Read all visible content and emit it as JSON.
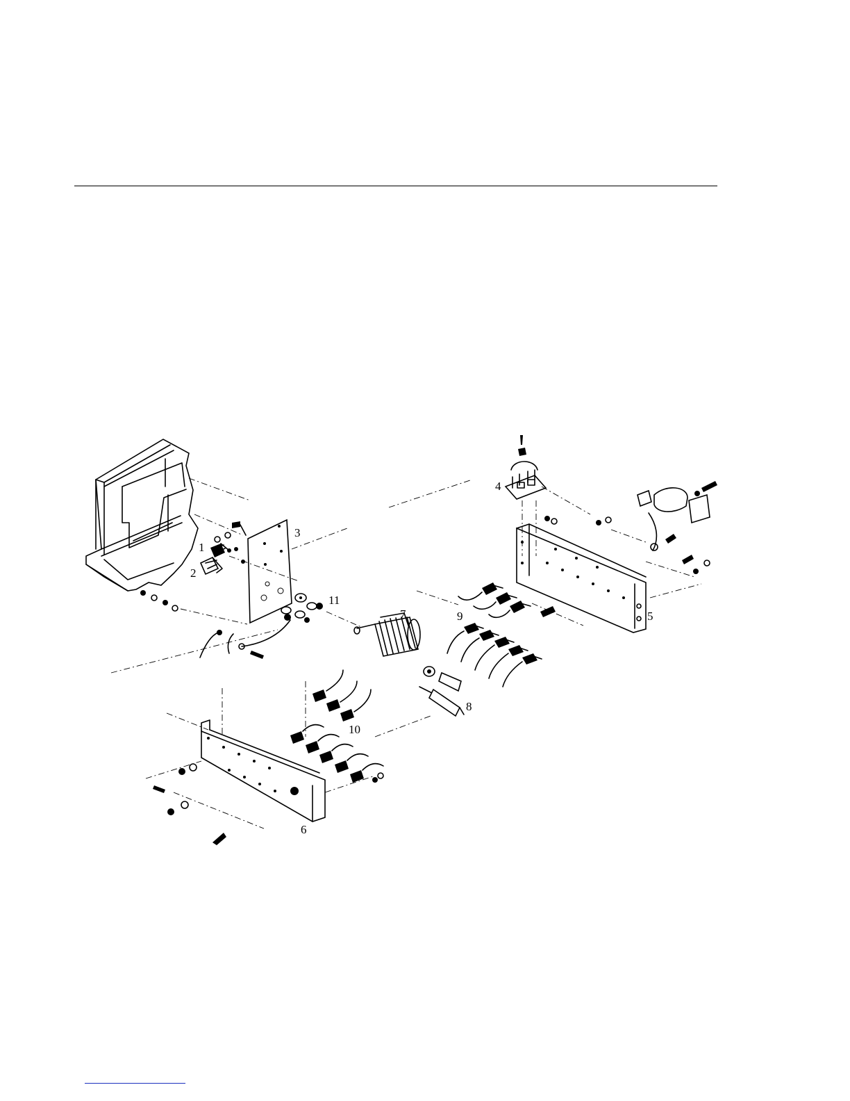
{
  "callouts": {
    "c1": "1",
    "c2": "2",
    "c3": "3",
    "c4": "4",
    "c5": "5",
    "c6": "6",
    "c7": "7",
    "c8": "8",
    "c9": "9",
    "c10": "10",
    "c11": "11"
  },
  "colors": {
    "ink": "#000000",
    "paper": "#ffffff",
    "footer_rule": "#1a2fbf"
  }
}
